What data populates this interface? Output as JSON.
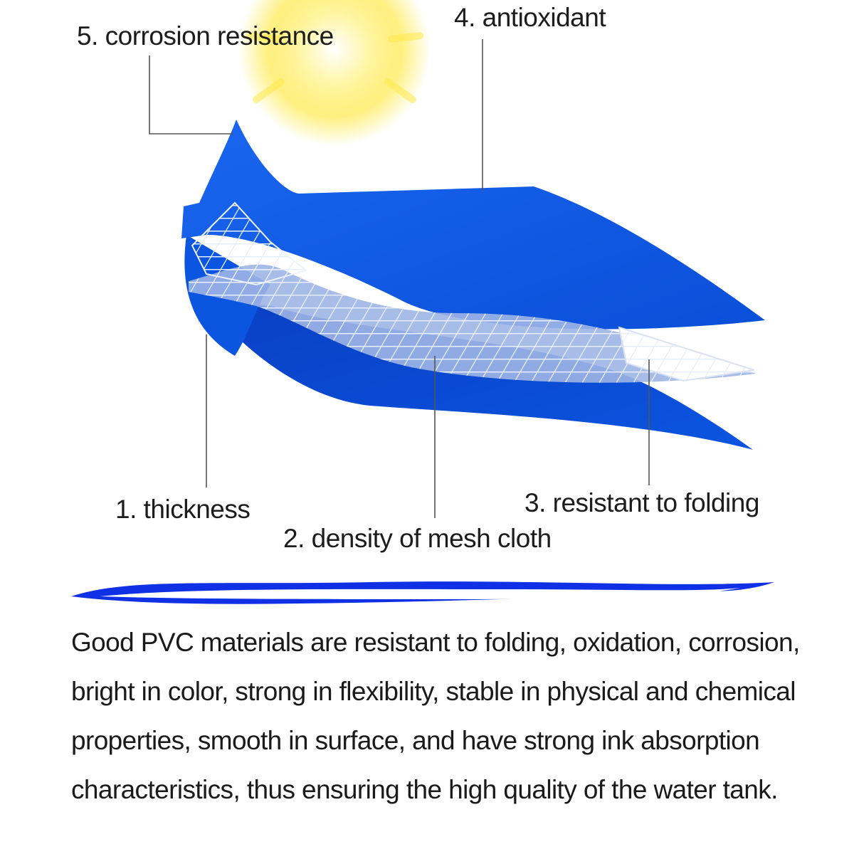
{
  "labels": {
    "thickness": "1. thickness",
    "density": "2. density of mesh cloth",
    "folding": "3. resistant to folding",
    "antioxidant": "4. antioxidant",
    "corrosion": "5. corrosion resistance"
  },
  "description": "Good PVC materials are resistant to folding, oxidation, corrosion, bright in color, strong in flexibility, stable in physical and chemical properties, smooth in surface, and have strong ink absorption characteristics, thus ensuring the high quality of the water tank.",
  "colors": {
    "pvc_blue": "#0b55e0",
    "pvc_blue_dark": "#0a3fc4",
    "sun_yellow": "#ffe94a",
    "swoosh_blue": "#1030e6",
    "leader_line": "#555555"
  },
  "icons": [
    "sun-icon",
    "pvc-layer-diagram",
    "mesh-grid",
    "decorative-swoosh"
  ]
}
